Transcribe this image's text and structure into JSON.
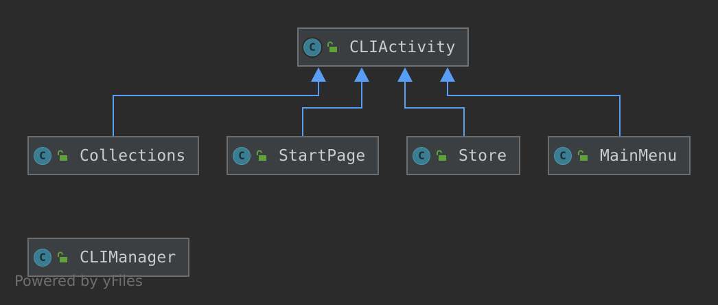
{
  "diagram": {
    "nodes": [
      {
        "id": "cliactivity",
        "label": "CLIActivity",
        "kind_icon": "class-icon",
        "kind_letter": "C",
        "visibility_icon": "unlocked-icon"
      },
      {
        "id": "collections",
        "label": "Collections",
        "kind_icon": "class-icon",
        "kind_letter": "C",
        "visibility_icon": "unlocked-icon"
      },
      {
        "id": "startpage",
        "label": "StartPage",
        "kind_icon": "class-icon",
        "kind_letter": "C",
        "visibility_icon": "unlocked-icon"
      },
      {
        "id": "store",
        "label": "Store",
        "kind_icon": "class-icon",
        "kind_letter": "C",
        "visibility_icon": "unlocked-icon"
      },
      {
        "id": "mainmenu",
        "label": "MainMenu",
        "kind_icon": "class-icon",
        "kind_letter": "C",
        "visibility_icon": "unlocked-icon"
      },
      {
        "id": "climanager",
        "label": "CLIManager",
        "kind_icon": "class-icon",
        "kind_letter": "C",
        "visibility_icon": "unlocked-icon"
      }
    ],
    "edges": [
      {
        "from": "collections",
        "to": "cliactivity",
        "type": "inheritance"
      },
      {
        "from": "startpage",
        "to": "cliactivity",
        "type": "inheritance"
      },
      {
        "from": "store",
        "to": "cliactivity",
        "type": "inheritance"
      },
      {
        "from": "mainmenu",
        "to": "cliactivity",
        "type": "inheritance"
      }
    ],
    "colors": {
      "background": "#2b2b2b",
      "node_fill": "#3c3f41",
      "node_border": "#6b6e70",
      "edge": "#589df6",
      "class_icon": "#3a7d93",
      "lock_icon": "#5fa13a",
      "label_text": "#c8ccd0"
    }
  },
  "watermark": "Powered by yFiles"
}
